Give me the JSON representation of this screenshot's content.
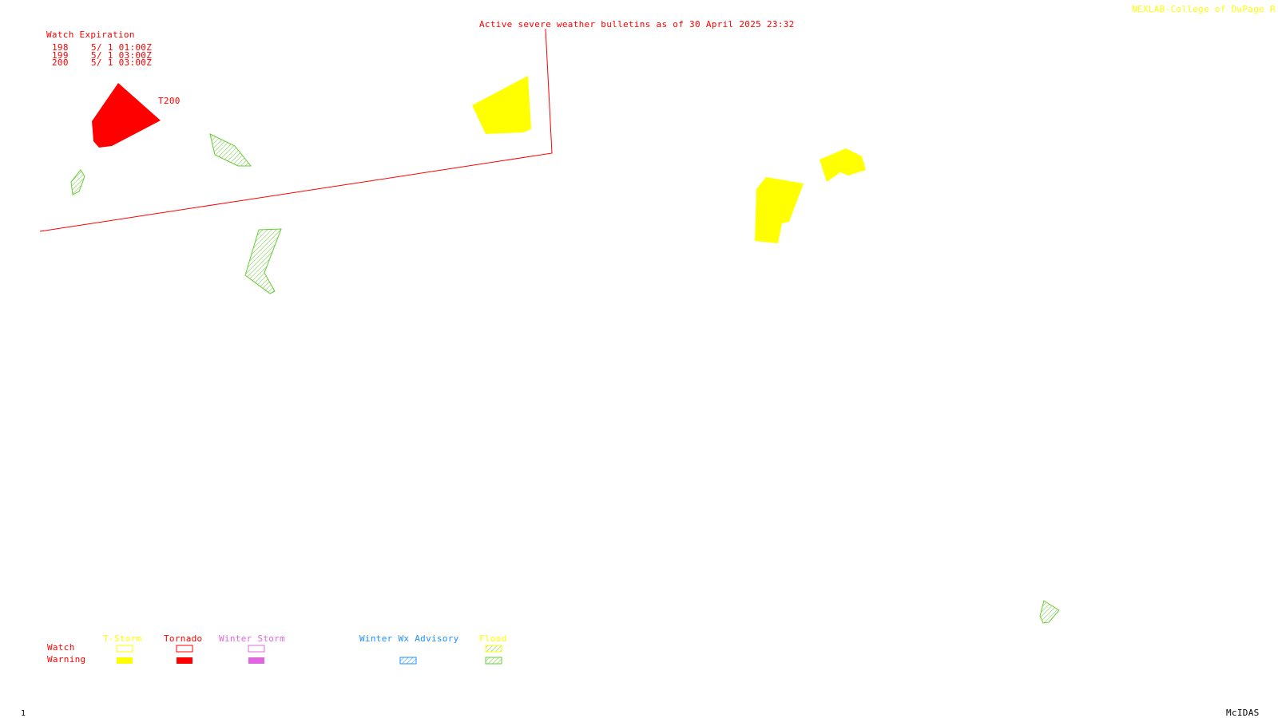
{
  "header": {
    "bulletin_title": "Active severe weather bulletins as of 30 April 2025 23:32",
    "credit": "NEXLAB-College of DuPage R"
  },
  "watch_expiration": {
    "heading": "Watch Expiration",
    "rows": [
      {
        "id": "198",
        "time": "5/ 1 01:00Z"
      },
      {
        "id": "199",
        "time": "5/ 1 03:00Z"
      },
      {
        "id": "200",
        "time": "5/ 1 03:00Z"
      }
    ]
  },
  "map": {
    "watch_label": "T200",
    "colors": {
      "tornado": "#ff0000",
      "tstorm": "#ffff00",
      "winter_storm": "#e066e0",
      "winter_wx_advisory": "#1e90ff",
      "flood": "#66cc33"
    }
  },
  "legend": {
    "categories": [
      "T-Storm",
      "Tornado",
      "Winter Storm",
      "Winter Wx Advisory",
      "Flood"
    ],
    "row_watch": "Watch",
    "row_warning": "Warning"
  },
  "footer": {
    "frame_number": "1",
    "software": "McIDAS"
  }
}
